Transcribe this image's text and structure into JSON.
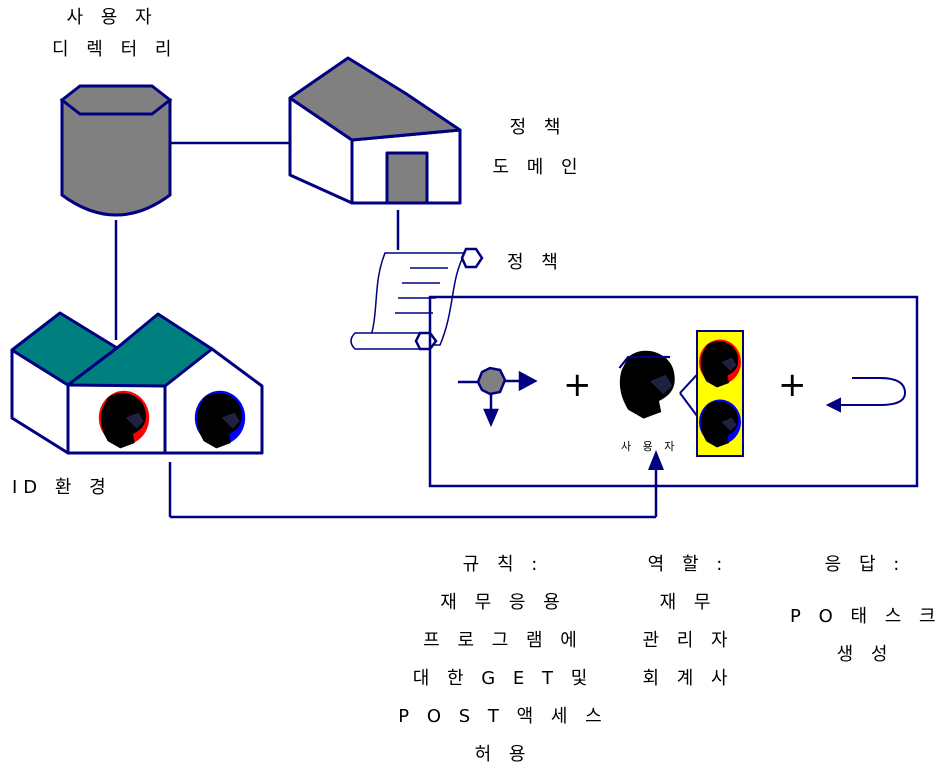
{
  "labels": {
    "user_directory": [
      "사 용 자",
      "디 렉 터 리"
    ],
    "policy_domain": [
      "정 책",
      "도 메 인"
    ],
    "policy": "정 책",
    "id_environment": "ID 환 경",
    "user": "사 용 자",
    "operator_plus_1": "+",
    "operator_plus_2": "+"
  },
  "captions": {
    "rule": [
      "규 칙 :",
      "재 무  응 용",
      "프 로 그 램 에",
      "대 한  G E T  및",
      "P O S T  액 세 스",
      "허 용"
    ],
    "role": [
      "역 할 :",
      "재 무",
      "관 리 자",
      "회 계 사"
    ],
    "response": [
      "응 답 :",
      "P O  태 스 크",
      "생 성"
    ]
  },
  "colors": {
    "line": "#000080",
    "gray": "#808080",
    "teal": "#007f7f",
    "yellow": "#ffff00",
    "red_user": "#ff0000",
    "blue_user": "#0000ff"
  },
  "icons": {
    "directory": "database-cylinder-icon",
    "policy_house": "house-icon",
    "policy_doc": "scroll-icon",
    "id_houses": "house-icon",
    "user": "user-head-icon",
    "condition": "gear-icon",
    "response": "return-arrow-icon"
  }
}
